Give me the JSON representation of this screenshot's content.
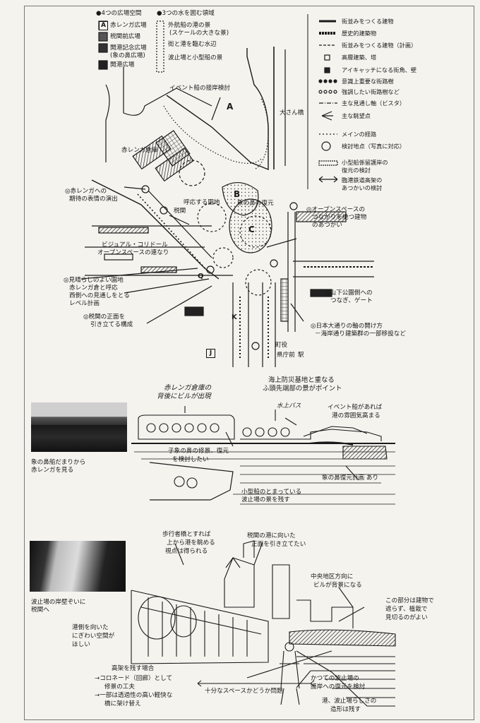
{
  "legend_left": {
    "plazas_title": "●4つの広場空間",
    "items": [
      {
        "key": "A",
        "label": "赤レンガ広場"
      },
      {
        "key": "B",
        "label": "税関前広場"
      },
      {
        "key": "C1",
        "label": "開港記念広場"
      },
      {
        "key": "C2",
        "label": "(象の鼻広場)"
      },
      {
        "key": "D",
        "label": "開港広場"
      }
    ]
  },
  "legend_mid": {
    "title": "●3つの水を囲む領域",
    "items": [
      {
        "key": "A",
        "label": "外航船の港の景"
      },
      {
        "key": "A2",
        "label": "(スケールの大きな景)"
      },
      {
        "key": "B",
        "label": "街と港を臨む水辺"
      },
      {
        "key": "C",
        "label": "波止場と小型船の景"
      }
    ]
  },
  "legend_right": [
    {
      "label": "街並みをつくる建物"
    },
    {
      "label": "歴史的建築物"
    },
    {
      "label": "街並みをつくる建物（計画）"
    },
    {
      "label": "高層建築、塔"
    },
    {
      "label": "アイキャッチになる街角、壁"
    },
    {
      "label": "意識上重要な街路樹"
    },
    {
      "label": "強調したい街路樹など"
    },
    {
      "label": "主な見通し軸（ビスタ）"
    },
    {
      "label": "主な眺望点"
    },
    {
      "label": "メインの経路"
    },
    {
      "label": "検討地点（写真に対応）"
    },
    {
      "label": "小型船係留護岸の"
    },
    {
      "label": "復元の検討"
    },
    {
      "label": "臨港鉄道高架の"
    },
    {
      "label": "あつかいの検討"
    }
  ],
  "map_annotations": {
    "event_ship": "イベント船の接岸検討",
    "osanbashi": "大さん橋",
    "red_brick_warehouse": "赤レンガ倉庫",
    "red_brick_note_1": "◎赤レンガへの",
    "red_brick_note_2": "期待の表情の演出",
    "plaza_relation": "呼応する園地",
    "customs": "税関",
    "elephant_nose": "象の鼻の復元",
    "visual_corridor_1": "ビジュアル・コリドール",
    "visual_corridor_2": "オープンスペースの連なり",
    "open_space_1": "◎オープンスペースの",
    "open_space_2": "つながりを絶つ建物",
    "open_space_3": "のあつかい",
    "view_1": "◎見晴らしのよい園地",
    "view_2": "赤レンガ倉と呼応",
    "view_3": "西側への見通しをとる",
    "view_4": "レベル計画",
    "customs_front_1": "◎税関の正面を",
    "customs_front_2": "引き立てる構成",
    "yamashita_1": "◎山下公園側への",
    "yamashita_2": "つなぎ、ゲート",
    "nihon_odori_1": "◎日本大通りの軸の開け方",
    "nihon_odori_2": "－海岸通り建築群の一部移設など",
    "prefectural_office": "県庁前",
    "station": "駅",
    "city_hall": "町役",
    "area_A": "A",
    "area_B": "B",
    "area_C": "C",
    "area_J": "J",
    "area_K": "K",
    "area_Q": "Q"
  },
  "sketch1": {
    "note_top_1": "赤レンガ倉庫の",
    "note_top_2": "背後にビルが出現",
    "note_center_1": "海上防災基地と重なる",
    "note_center_2": "ふ頭先端部の景がポイント",
    "note_bus": "水上バス",
    "note_event_1": "イベント船があれば",
    "note_event_2": "港の雰囲気高まる",
    "note_restore_1": "子象の鼻の修景、復元",
    "note_restore_2": "を検討したい",
    "note_plan": "象の鼻復元計画 あり",
    "note_small_boat_1": "小型船のとまっている",
    "note_small_boat_2": "波止場の景を残す",
    "photo_caption_1": "象の鼻船だまりから",
    "photo_caption_2": "赤レンガを見る"
  },
  "sketch2": {
    "note_ped_1": "歩行者橋とすれば",
    "note_ped_2": "上から港を眺める",
    "note_ped_3": "視点は得られる",
    "note_customs_1": "税関の港に向いた",
    "note_customs_2": "正面を引き立てたい",
    "note_central_1": "中央地区方向に",
    "note_central_2": "ビルが背景になる",
    "note_planting_1": "この部分は建物で",
    "note_planting_2": "遮らず、植栽で",
    "note_planting_3": "見切るのがよい",
    "note_harbor_1": "港側を向いた",
    "note_harbor_2": "にぎわい空間が",
    "note_harbor_3": "ほしい",
    "note_viaduct_1": "高架を残す場合",
    "note_viaduct_2": "→コロネード（回廊）として",
    "note_viaduct_3": "修景の工夫",
    "note_viaduct_4": "→一部は透過性の高い軽快な",
    "note_viaduct_5": "橋に架け替え",
    "note_space": "十分なスペースかどうか問題",
    "note_seawall_1": "かつての波止場の",
    "note_seawall_2": "護岸への復元を検討",
    "note_form_1": "港、波止場らしさの",
    "note_form_2": "造形は残す",
    "photo_caption_1": "波止場の岸壁ぞいに",
    "photo_caption_2": "税関へ"
  }
}
